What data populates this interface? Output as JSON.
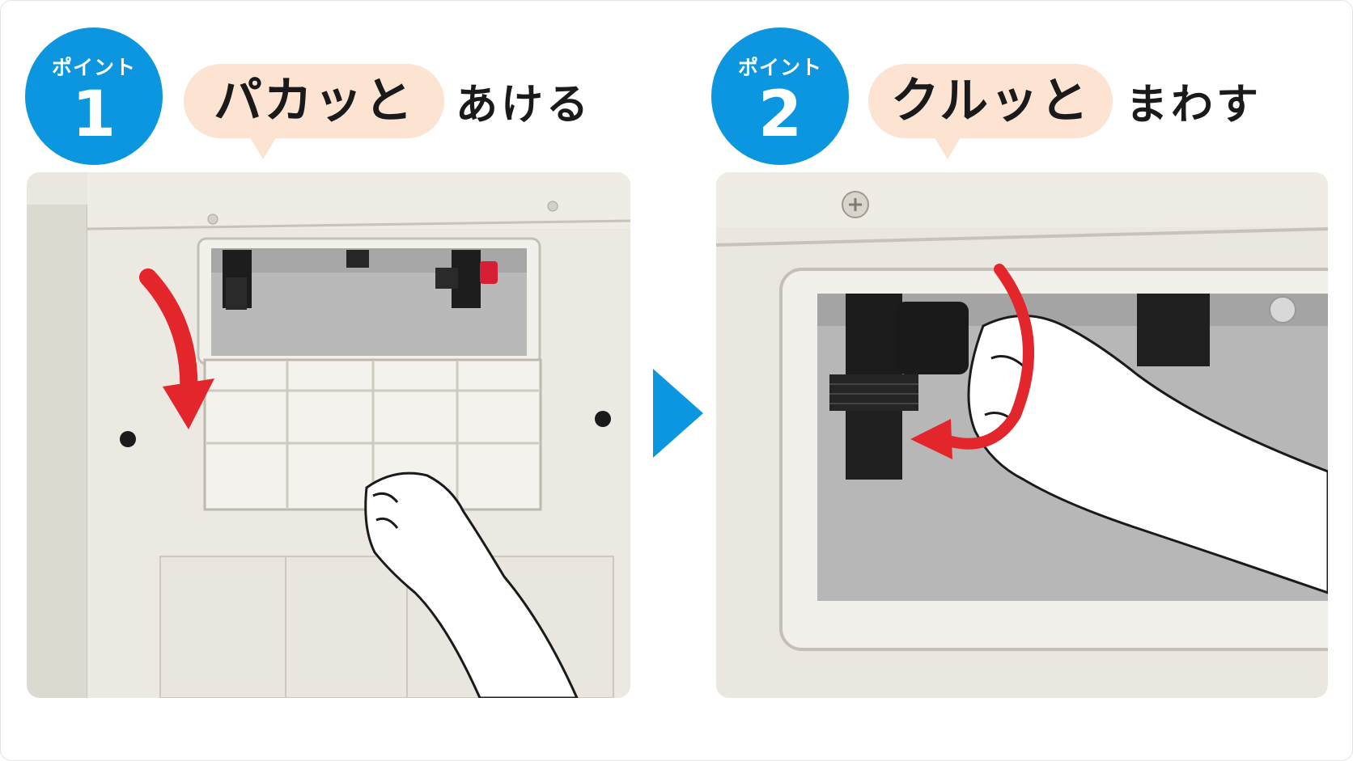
{
  "steps": [
    {
      "badge_label": "ポイント",
      "badge_number": "1",
      "highlight": "パカッと",
      "verb": "あける",
      "illustration_icon": "open-cover-illustration"
    },
    {
      "badge_label": "ポイント",
      "badge_number": "2",
      "highlight": "クルッと",
      "verb": "まわす",
      "illustration_icon": "rotate-cap-illustration"
    }
  ],
  "colors": {
    "badge": "#0c96e0",
    "bubble": "#fde3d2",
    "arrow_red": "#e3262b",
    "next_arrow": "#0c96e0",
    "panel_bg": "#e5e2d9"
  },
  "icons": {
    "next": "play-triangle-icon",
    "open_arrow": "curved-down-arrow-icon",
    "rotate_arrow": "circular-rotate-arrow-icon"
  }
}
